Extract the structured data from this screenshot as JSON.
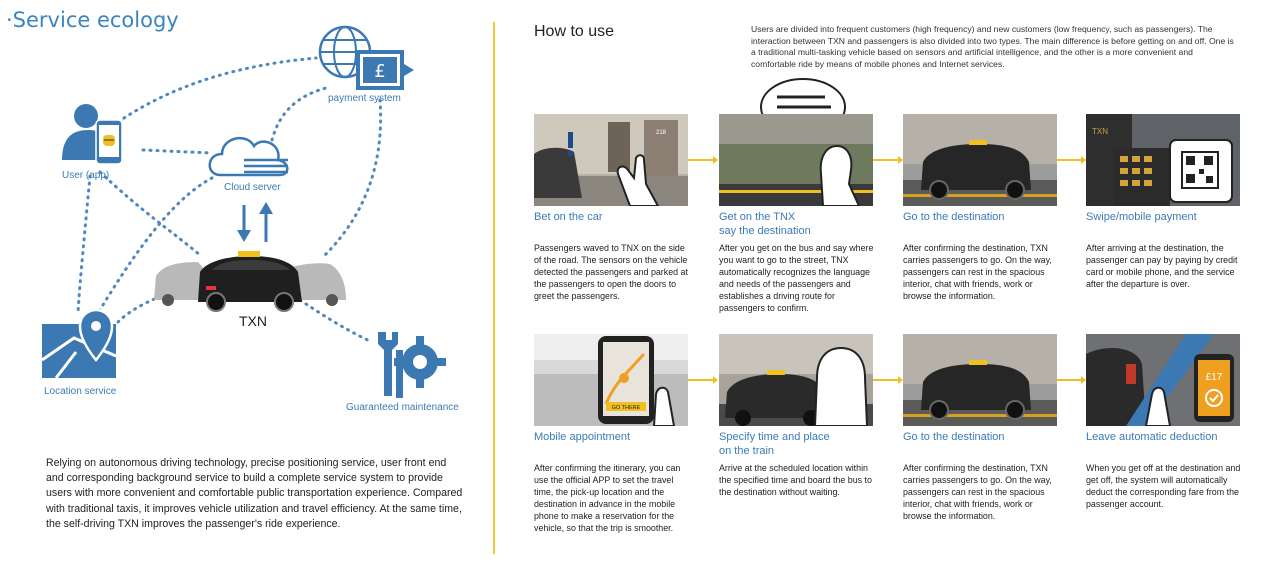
{
  "left": {
    "title": "·Service ecology",
    "nodes": {
      "payment": "payment system",
      "user": "User (app)",
      "cloud": "Cloud server",
      "vehicle": "TXN",
      "location": "Location service",
      "maintenance": "Guaranteed maintenance"
    },
    "payment_symbol": "£",
    "description": "Relying on autonomous driving technology, precise positioning service, user front end and corresponding background service to build a complete service system to provide users with more convenient and comfortable public transportation experience. Compared with traditional taxis, it improves vehicle utilization and travel efficiency. At the same time, the self-driving TXN improves the passenger's ride experience."
  },
  "right": {
    "title": "How to use",
    "intro": "Users are divided into frequent customers (high frequency) and new customers (low frequency, such as passengers). The interaction between TXN and passengers is also divided into two types. The main difference is before getting on and off. One is a traditional multi-tasking vehicle based on sensors and artificial intelligence, and the other is a more convenient and comfortable ride by means of mobile phones and Internet services.",
    "row1": [
      {
        "title": "Bet on the car",
        "desc": "Passengers waved to TNX on the side of the road. The sensors on the vehicle detected the passengers and parked at the passengers to open the doors to greet the passengers."
      },
      {
        "title": "Get on the TNX\nsay the destination",
        "desc": "After you get on the bus and say where you want to go to the street, TNX automatically recognizes the language and needs of the passengers and establishes a driving route for passengers to confirm."
      },
      {
        "title": "Go to the destination",
        "desc": "After confirming the destination, TXN carries passengers to go. On the way, passengers can rest in the spacious interior, chat with friends, work or browse the information."
      },
      {
        "title": "Swipe/mobile payment",
        "desc": "After arriving at the destination, the passenger can pay by paying by credit card or mobile phone, and the service after the departure is over."
      }
    ],
    "row2": [
      {
        "title": "Mobile appointment",
        "desc": "After confirming the itinerary, you can use the official APP to set the travel time, the pick-up location and the destination in advance in the mobile phone to make a reservation for the vehicle, so that the trip is smoother."
      },
      {
        "title": "Specify time and place\non the train",
        "desc": "Arrive at the scheduled location within the specified time and board the bus to the destination without waiting."
      },
      {
        "title": "Go to the destination",
        "desc": "After confirming the destination, TXN carries passengers to go. On the way, passengers can rest in the spacious interior, chat with friends, work or browse the information."
      },
      {
        "title": "Leave automatic deduction",
        "desc": "When you get off at the destination and get off, the system will automatically deduct the corresponding fare from the passenger account."
      }
    ],
    "thumb_text": {
      "taxi_sign": "TXN",
      "door_number": "218",
      "phone_button": "GO THERE",
      "fare": "£17"
    }
  },
  "colors": {
    "accent_blue": "#3b7bb5",
    "accent_yellow": "#f0c020",
    "icon_blue": "#3c78b2"
  }
}
